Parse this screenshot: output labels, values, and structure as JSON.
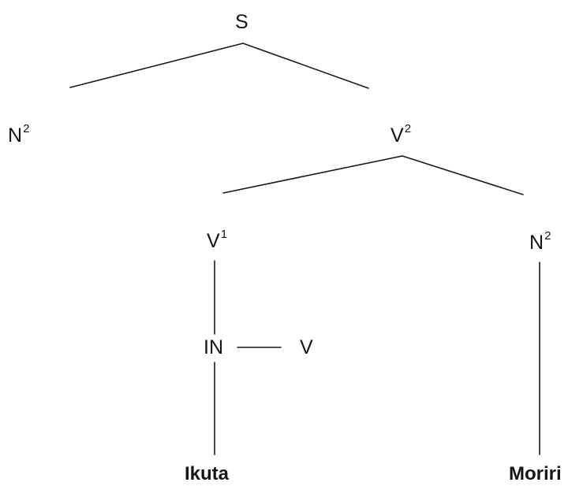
{
  "tree": {
    "nodes": {
      "s": {
        "label": "S",
        "sup": ""
      },
      "n2_left": {
        "label": "N",
        "sup": "2"
      },
      "v2": {
        "label": "V",
        "sup": "2"
      },
      "v1": {
        "label": "V",
        "sup": "1"
      },
      "n2_right": {
        "label": "N",
        "sup": "2"
      },
      "in": {
        "label": "IN",
        "sup": ""
      },
      "v": {
        "label": "V",
        "sup": ""
      }
    },
    "leaves": {
      "ikuta": "Ikuta",
      "moriri": "Moriri"
    }
  }
}
